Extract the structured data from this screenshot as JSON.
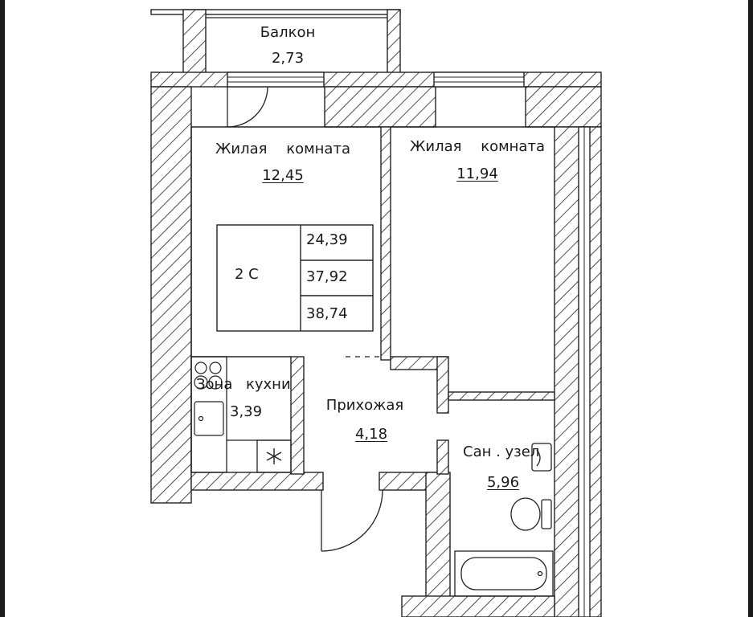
{
  "rooms": {
    "balcony": {
      "name": "Балкон",
      "area": "2,73"
    },
    "living1": {
      "name": "Жилая комната",
      "area": "12,45"
    },
    "living2": {
      "name": "Жилая комната",
      "area": "11,94"
    },
    "kitchen": {
      "name_part1": "Зона",
      "name_part2": "кухни",
      "area": "3,39"
    },
    "hall": {
      "name": "Прихожая",
      "area": "4,18"
    },
    "bath": {
      "name": "Сан . узел",
      "area": "5,96"
    }
  },
  "summary": {
    "type": "2 С",
    "living_area": "24,39",
    "area_no_balcony": "37,92",
    "total_area": "38,74"
  },
  "icons": {
    "stove": "stove-icon",
    "sink": "sink-icon",
    "fridge": "asterisk-icon",
    "toilet": "toilet-icon",
    "bathtub": "bathtub-icon",
    "washbasin": "washbasin-icon"
  }
}
